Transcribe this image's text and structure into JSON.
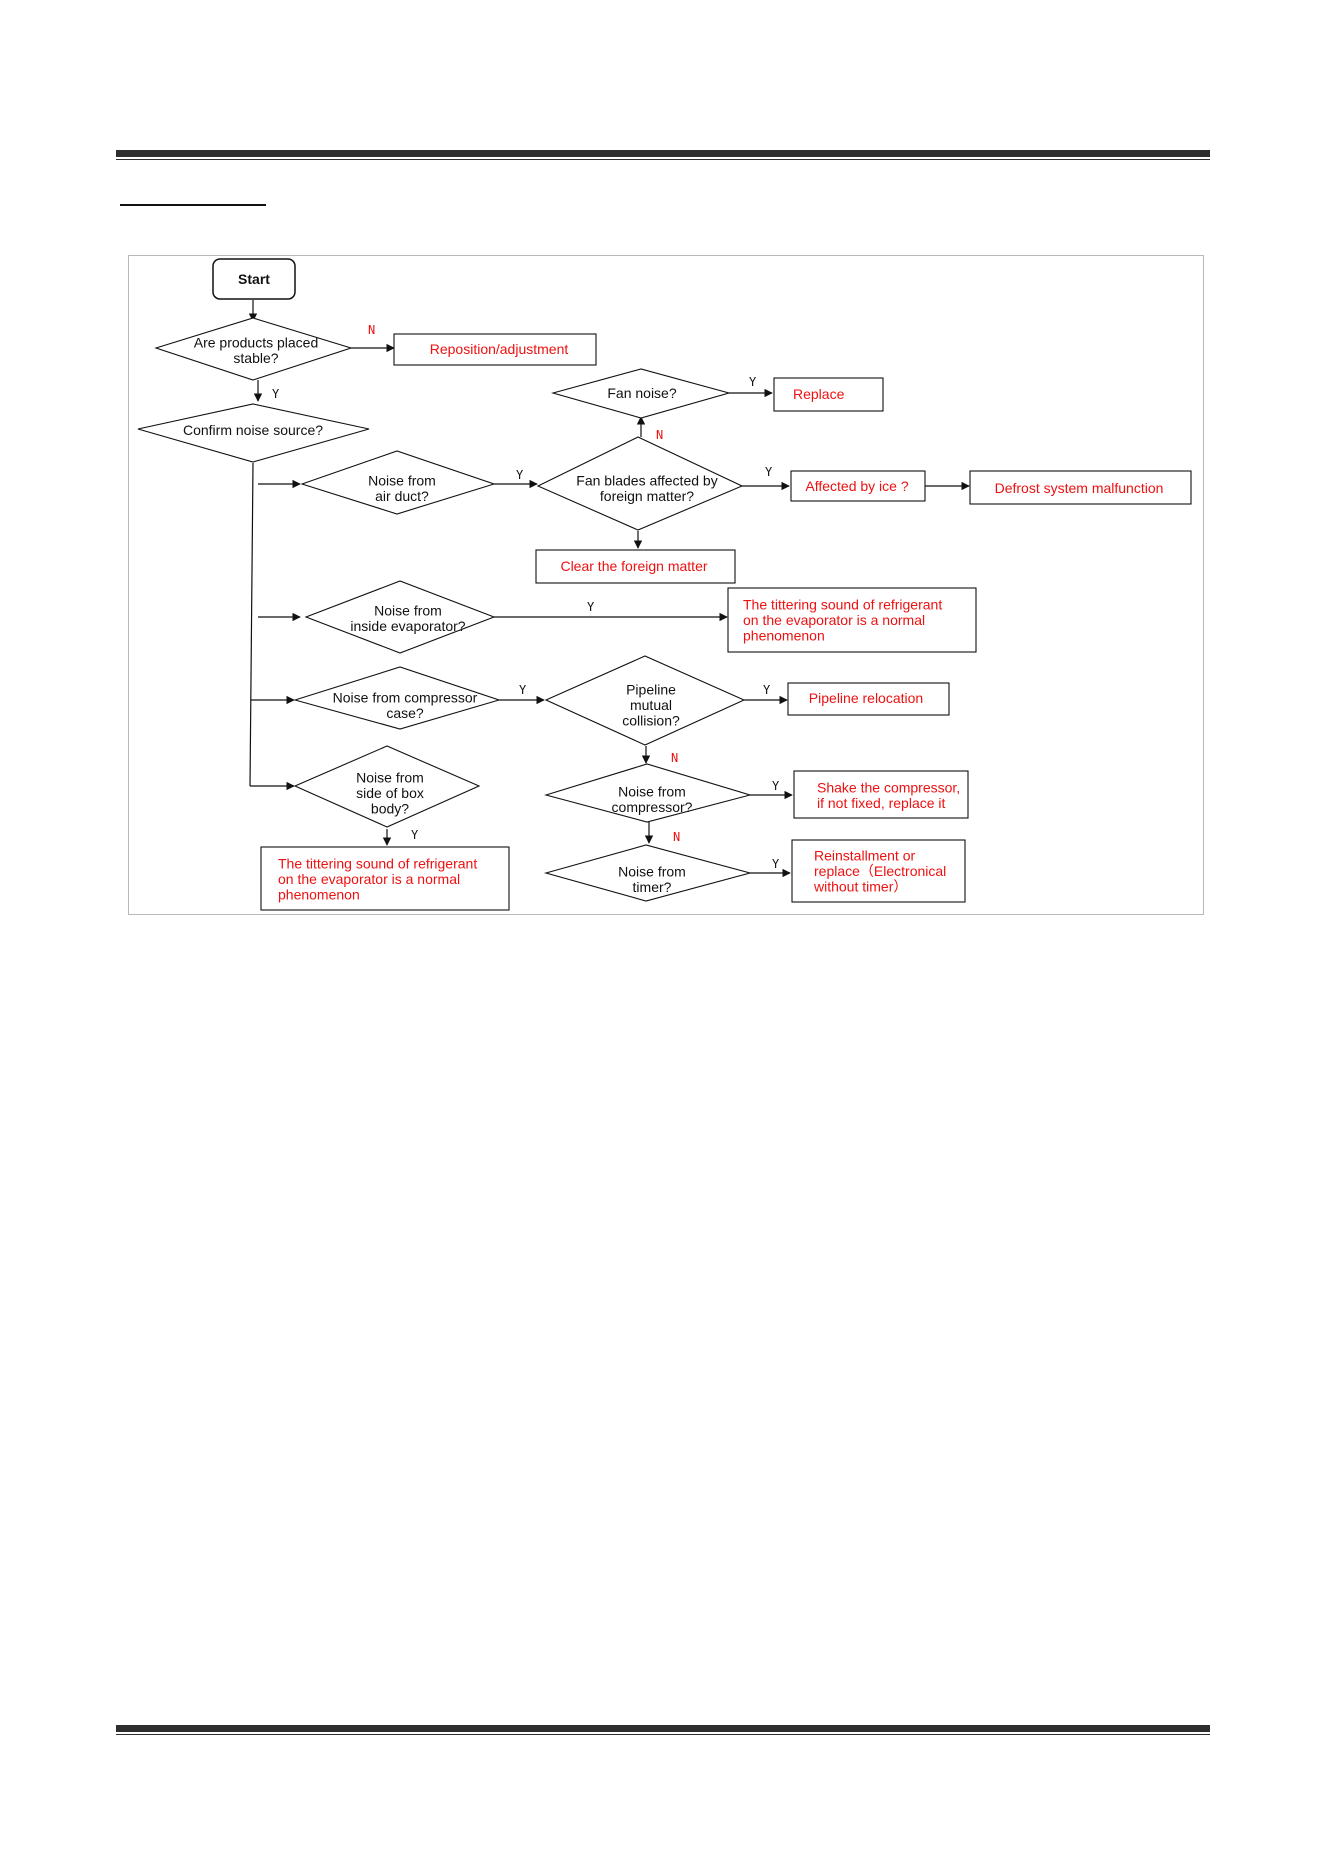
{
  "flowchart": {
    "start": "Start",
    "labels": {
      "yes": "Y",
      "no": "N"
    },
    "decisions": {
      "products_stable": [
        "Are products placed",
        "stable?"
      ],
      "confirm_source": [
        "Confirm noise source?"
      ],
      "fan_noise": [
        "Fan noise?"
      ],
      "air_duct": [
        "Noise from",
        "air duct?"
      ],
      "fan_blades": [
        "Fan blades affected by",
        "foreign matter?"
      ],
      "evaporator": [
        "Noise from",
        "inside evaporator?"
      ],
      "compressor_case": [
        "Noise from compressor",
        "case?"
      ],
      "pipeline": [
        "Pipeline",
        "mutual",
        "collision?"
      ],
      "box_body": [
        "Noise from",
        "side of box",
        "body?"
      ],
      "compressor": [
        "Noise from",
        "compressor?"
      ],
      "timer": [
        "Noise from",
        "timer?"
      ]
    },
    "actions": {
      "reposition": [
        "Reposition/adjustment"
      ],
      "replace": [
        "Replace"
      ],
      "affected_ice": [
        "Affected by ice ?"
      ],
      "defrost": [
        "Defrost system malfunction"
      ],
      "clear_foreign": [
        "Clear the foreign matter"
      ],
      "tittering_evaporator": [
        "The tittering sound of refrigerant",
        "on the evaporator is a normal",
        "phenomenon"
      ],
      "pipeline_relocation": [
        "Pipeline relocation"
      ],
      "shake_compressor": [
        "Shake the compressor,",
        "if not fixed, replace it"
      ],
      "tittering_box": [
        "The tittering sound of refrigerant",
        "on the evaporator is a normal",
        "phenomenon"
      ],
      "reinstallment": [
        "Reinstallment or",
        "replace（Electronical",
        "without timer）"
      ]
    }
  }
}
